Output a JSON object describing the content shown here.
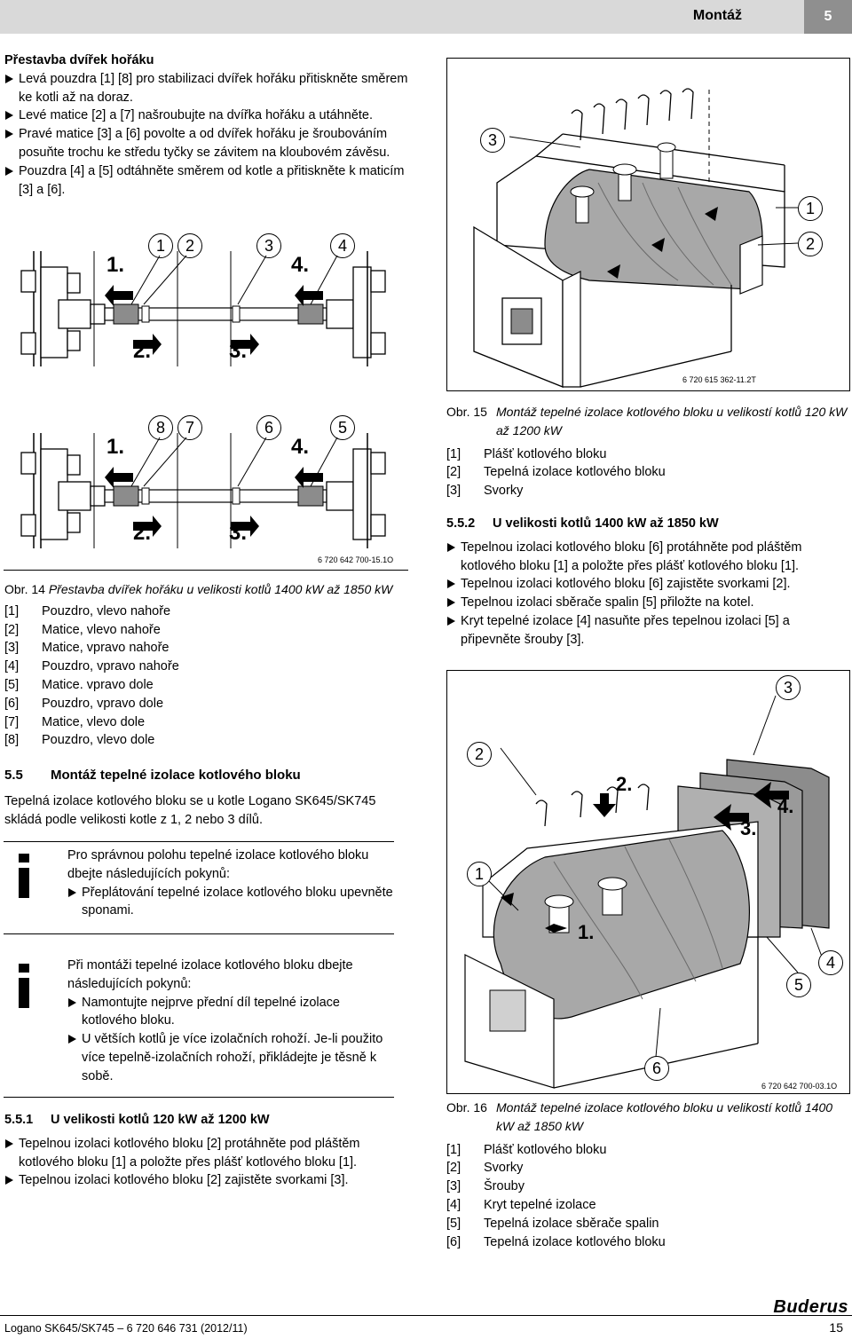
{
  "header": {
    "title": "Montáž",
    "chapter": "5"
  },
  "left": {
    "section_title": "Přestavba dvířek hořáku",
    "steps": [
      "Levá pouzdra [1] [8] pro stabilizaci dvířek hořáku přitiskněte směrem ke kotli až na doraz.",
      "Levé matice [2] a [7] našroubujte na dvířka hořáku a utáhněte.",
      "Pravé matice [3] a [6] povolte a od dvířek hořáku je šroubováním posuňte trochu ke středu tyčky se závitem na kloubovém závěsu.",
      "Pouzdra [4] a [5] odtáhněte směrem od kotle a přitiskněte k maticím [3] a [6]."
    ],
    "fig14_top_labels": {
      "c1": "1",
      "c2": "2",
      "c3": "3",
      "c4": "4",
      "s1": "1.",
      "s2": "2.",
      "s3": "3.",
      "s4": "4."
    },
    "fig14_bottom_labels": {
      "c1": "8",
      "c2": "7",
      "c3": "6",
      "c4": "5",
      "s1": "1.",
      "s2": "2.",
      "s3": "3.",
      "s4": "4."
    },
    "fig14_code": "6 720 642 700-15.1O",
    "fig14_caption_prefix": "Obr. 14",
    "fig14_caption": "Přestavba dvířek hořáku u velikosti kotlů 1400 kW až 1850 kW",
    "fig14_legend": [
      {
        "n": "[1]",
        "t": "Pouzdro, vlevo nahoře"
      },
      {
        "n": "[2]",
        "t": "Matice, vlevo nahoře"
      },
      {
        "n": "[3]",
        "t": "Matice, vpravo nahoře"
      },
      {
        "n": "[4]",
        "t": "Pouzdro, vpravo nahoře"
      },
      {
        "n": "[5]",
        "t": "Matice. vpravo dole"
      },
      {
        "n": "[6]",
        "t": "Pouzdro, vpravo dole"
      },
      {
        "n": "[7]",
        "t": "Matice, vlevo dole"
      },
      {
        "n": "[8]",
        "t": "Pouzdro, vlevo dole"
      }
    ],
    "sec55_num": "5.5",
    "sec55_title": "Montáž tepelné izolace kotlového bloku",
    "sec55_text": "Tepelná izolace kotlového bloku se u kotle Logano SK645/SK745 skládá podle velikosti kotle z 1, 2 nebo 3 dílů.",
    "note1_text": "Pro správnou polohu tepelné izolace kotlového bloku dbejte následujících pokynů:",
    "note1_steps": [
      "Přeplátování tepelné izolace kotlového bloku upevněte sponami."
    ],
    "note2_text": "Při montáži tepelné izolace kotlového bloku dbejte následujících pokynů:",
    "note2_steps": [
      "Namontujte nejprve přední díl tepelné izolace kotlového bloku.",
      "U větších kotlů je více izolačních rohoží. Je-li použito více tepelně-izolačních rohoží, přikládejte je těsně k sobě."
    ],
    "sec551_num": "5.5.1",
    "sec551_title": "U velikosti kotlů 120 kW až 1200 kW",
    "sec551_steps": [
      "Tepelnou izolaci kotlového bloku [2] protáhněte pod pláštěm kotlového bloku [1] a položte přes plášť kotlového bloku [1].",
      "Tepelnou izolaci kotlového bloku [2] zajistěte svorkami [3]."
    ]
  },
  "right": {
    "fig15_labels": {
      "c3": "3",
      "c1": "1",
      "c2": "2"
    },
    "fig15_code": "6 720 615 362-11.2T",
    "fig15_caption_prefix": "Obr. 15",
    "fig15_caption": "Montáž tepelné izolace kotlového bloku u velikostí kotlů 120 kW až 1200 kW",
    "fig15_legend": [
      {
        "n": "[1]",
        "t": "Plášť kotlového bloku"
      },
      {
        "n": "[2]",
        "t": "Tepelná izolace kotlového bloku"
      },
      {
        "n": "[3]",
        "t": "Svorky"
      }
    ],
    "sec552_num": "5.5.2",
    "sec552_title": "U velikosti kotlů 1400 kW až 1850 kW",
    "sec552_steps": [
      "Tepelnou izolaci kotlového bloku [6] protáhněte pod pláštěm kotlového bloku [1] a položte přes plášť kotlového bloku [1].",
      "Tepelnou izolaci kotlového bloku [6] zajistěte svorkami [2].",
      "Tepelnou izolaci sběrače spalin [5] přiložte na kotel.",
      "Kryt tepelné izolace [4] nasuňte přes tepelnou izolaci [5] a připevněte šrouby [3]."
    ],
    "fig16_labels": {
      "c3": "3",
      "c2": "2",
      "c1": "1",
      "c5": "5",
      "c4": "4",
      "c6": "6",
      "s1": "1.",
      "s2": "2.",
      "s3": "3.",
      "s4": "4."
    },
    "fig16_code": "6 720 642 700-03.1O",
    "fig16_caption_prefix": "Obr. 16",
    "fig16_caption": "Montáž tepelné izolace kotlového bloku u velikostí kotlů 1400 kW až 1850 kW",
    "fig16_legend": [
      {
        "n": "[1]",
        "t": "Plášť kotlového bloku"
      },
      {
        "n": "[2]",
        "t": "Svorky"
      },
      {
        "n": "[3]",
        "t": "Šrouby"
      },
      {
        "n": "[4]",
        "t": "Kryt tepelné izolace"
      },
      {
        "n": "[5]",
        "t": "Tepelná izolace sběrače spalin"
      },
      {
        "n": "[6]",
        "t": "Tepelná izolace kotlového bloku"
      }
    ]
  },
  "footer": {
    "left": "Logano SK645/SK745 – 6 720 646 731 (2012/11)",
    "page": "15",
    "logo": "Buderus"
  }
}
